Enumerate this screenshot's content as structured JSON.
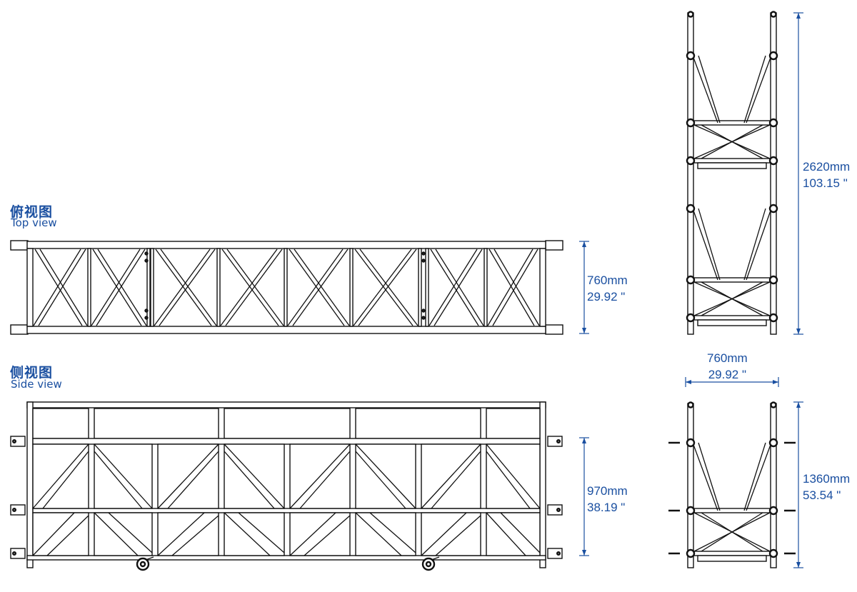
{
  "top_view": {
    "title_cn": "俯视图",
    "title_en": "Top view",
    "dim_mm": "760mm",
    "dim_in": "29.92 \""
  },
  "side_view": {
    "title_cn": "侧视图",
    "title_en": "Side view",
    "dim_mm": "970mm",
    "dim_in": "38.19 \""
  },
  "end_view_tall": {
    "dim_mm": "2620mm",
    "dim_in": "103.15 \""
  },
  "end_view_short": {
    "width_mm": "760mm",
    "width_in": "29.92 \"",
    "height_mm": "1360mm",
    "height_in": "53.54 \""
  },
  "colors": {
    "dimension": "#1a4fa0",
    "line": "#111111"
  }
}
